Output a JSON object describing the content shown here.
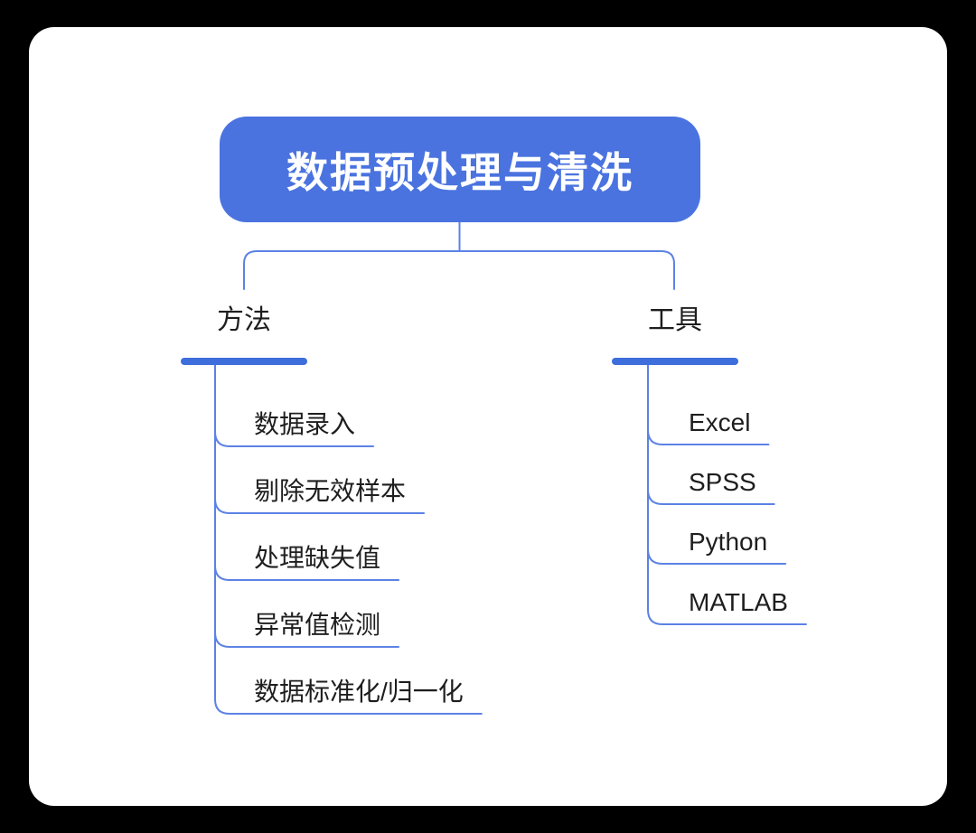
{
  "diagram": {
    "type": "mindmap",
    "root": {
      "title": "数据预处理与清洗"
    },
    "branches": [
      {
        "label": "方法",
        "children": [
          "数据录入",
          "剔除无效样本",
          "处理缺失值",
          "异常值检测",
          "数据标准化/归一化"
        ]
      },
      {
        "label": "工具",
        "children": [
          "Excel",
          "SPSS",
          "Python",
          "MATLAB"
        ]
      }
    ]
  },
  "colors": {
    "page_bg": "#000000",
    "card_bg": "#ffffff",
    "root_fill": "#4a73e0",
    "root_text": "#ffffff",
    "branch_underline": "#3e6edc",
    "connector": "#5c82e5",
    "label_text": "#1e1e1e"
  }
}
